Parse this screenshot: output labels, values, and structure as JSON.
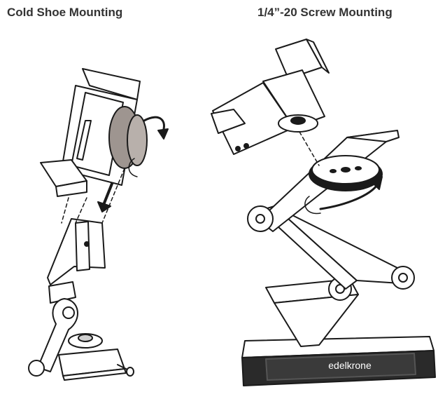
{
  "titles": {
    "left": "Cold Shoe Mounting",
    "right": "1/4”-20 Screw Mounting"
  },
  "brand": {
    "base_logo": "edelkrone"
  },
  "icons": {
    "rotate_arrow": "curved-rotate-arrow-icon",
    "down_arrow": "down-arrow-icon"
  },
  "colors": {
    "line": "#1a1a1a",
    "knob_gray": "#9e9590",
    "fill": "#ffffff",
    "title": "#333333"
  }
}
